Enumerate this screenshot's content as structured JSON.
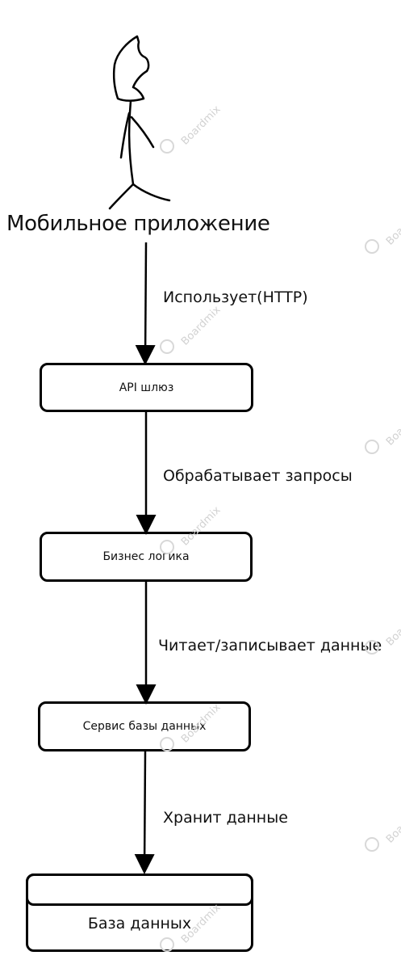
{
  "actor": {
    "label": "Мобильное приложение"
  },
  "nodes": [
    {
      "id": "api-gateway",
      "label": "API шлюз"
    },
    {
      "id": "business-logic",
      "label": "Бизнес логика"
    },
    {
      "id": "db-service",
      "label": "Сервис базы данных"
    }
  ],
  "database": {
    "label": "База данных"
  },
  "edges": [
    {
      "label": "Использует(HTTP)"
    },
    {
      "label": "Обрабатывает запросы"
    },
    {
      "label": "Читает/записывает данные"
    },
    {
      "label": "Хранит данные"
    }
  ],
  "watermark": {
    "text": "Boardmix"
  },
  "colors": {
    "stroke": "#000000",
    "watermark": "#d2d2d2"
  }
}
